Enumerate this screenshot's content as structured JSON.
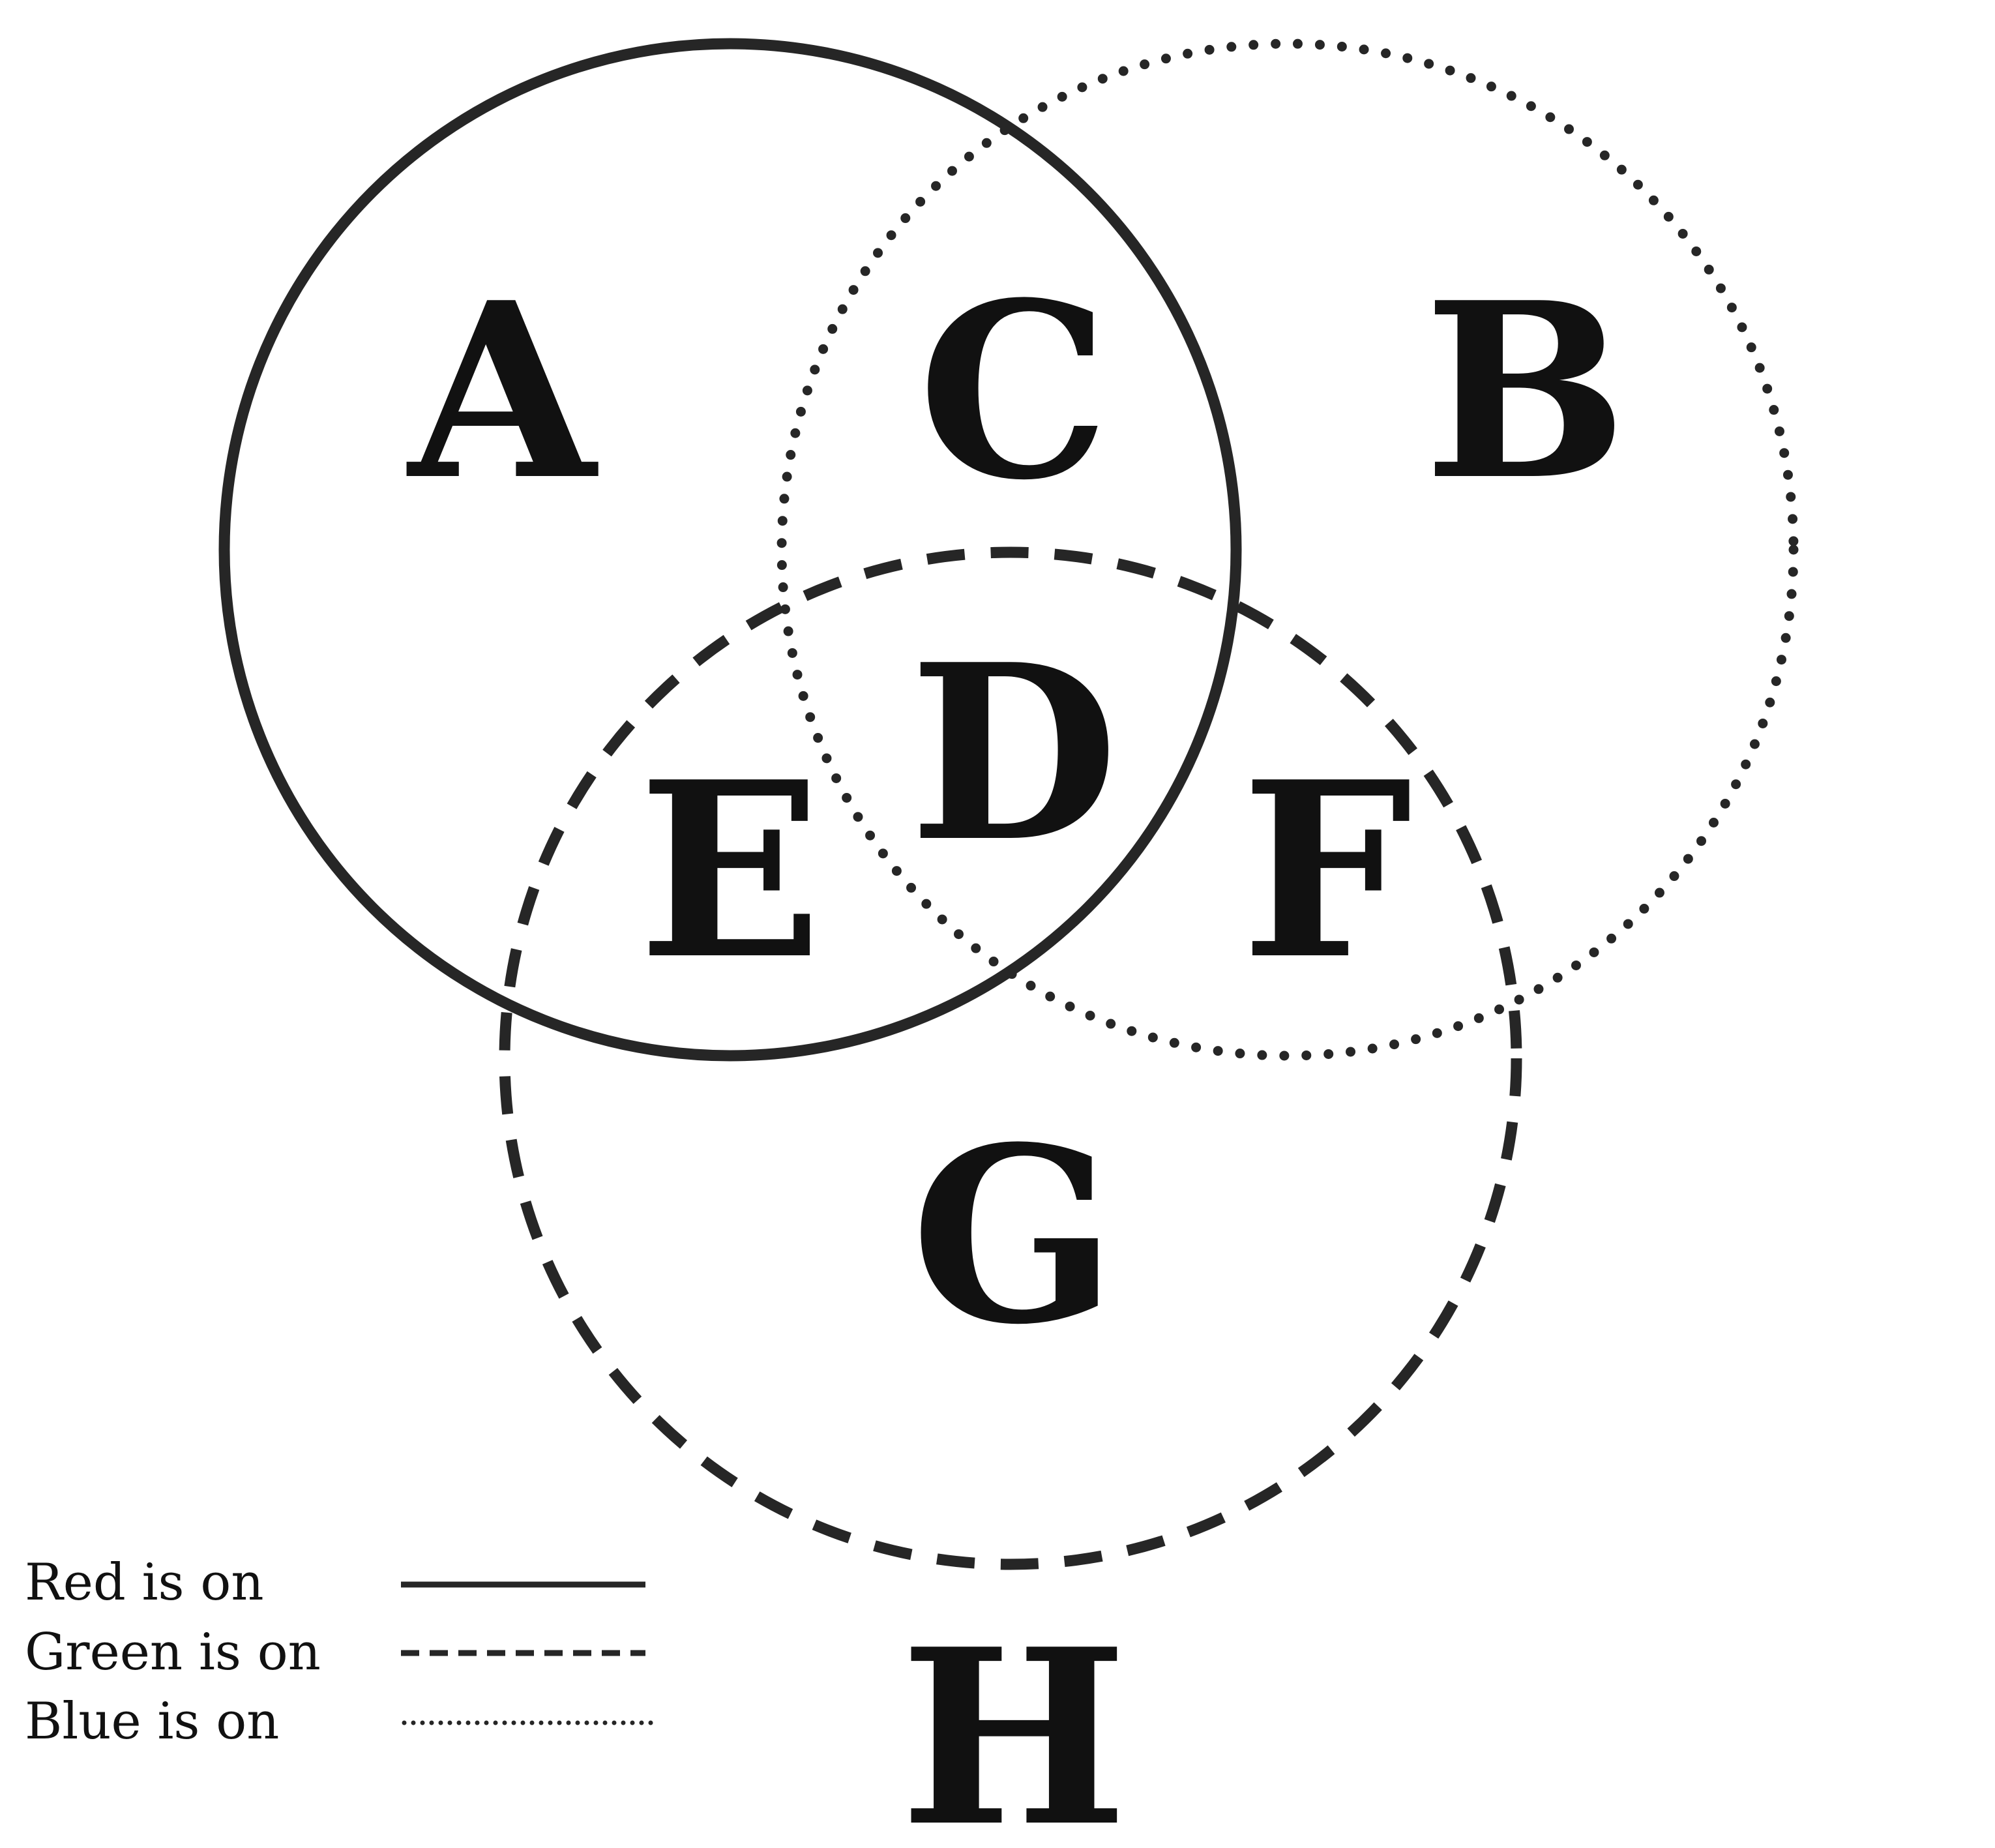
{
  "colors": {
    "ink": "#111111",
    "stroke": "#262626",
    "background": "#ffffff"
  },
  "circles": [
    {
      "id": "red",
      "style": "solid"
    },
    {
      "id": "green",
      "style": "dashed"
    },
    {
      "id": "blue",
      "style": "dotted"
    }
  ],
  "regions": {
    "a": "A",
    "b": "B",
    "c": "C",
    "d": "D",
    "e": "E",
    "f": "F",
    "g": "G",
    "h": "H"
  },
  "legend": {
    "red": "Red is on",
    "green": "Green is on",
    "blue": "Blue is on"
  }
}
